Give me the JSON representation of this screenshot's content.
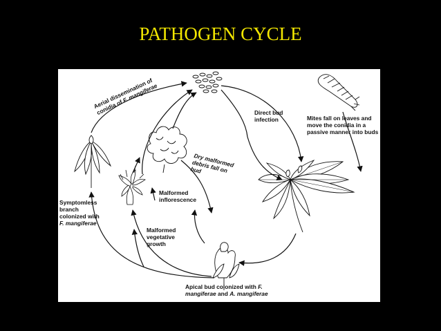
{
  "title": "PATHOGEN CYCLE",
  "colors": {
    "background": "#000000",
    "title": "#f2e600",
    "panel": "#ffffff",
    "ink": "#111111"
  },
  "labels": {
    "aerial_line1": "Aerial dissemination of",
    "aerial_line2a": "conidia of ",
    "aerial_line2b": "F. mangiferae",
    "direct_line1": "Direct  bud",
    "direct_line2": "infection",
    "mites_line1": "Mites fall on leaves and",
    "mites_line2": "move the conidia in a",
    "mites_line3": "passive manner into buds",
    "dry_line1": "Dry malformed",
    "dry_line2": "debris fall on",
    "dry_line3": "bud",
    "inflor_line1": "Malformed",
    "inflor_line2": "inflorescence",
    "symp_line1": "Symptomless",
    "symp_line2": "branch",
    "symp_line3": "colonized with",
    "symp_line4": "F. mangiferae",
    "veg_line1": "Malformed",
    "veg_line2": "vegetative",
    "veg_line3": "growth",
    "apical_line1a": "Apical bud colonized with ",
    "apical_line1b": "F.",
    "apical_line2a": "mangiferae",
    "apical_line2b": " and ",
    "apical_line2c": "A. mangiferae"
  }
}
